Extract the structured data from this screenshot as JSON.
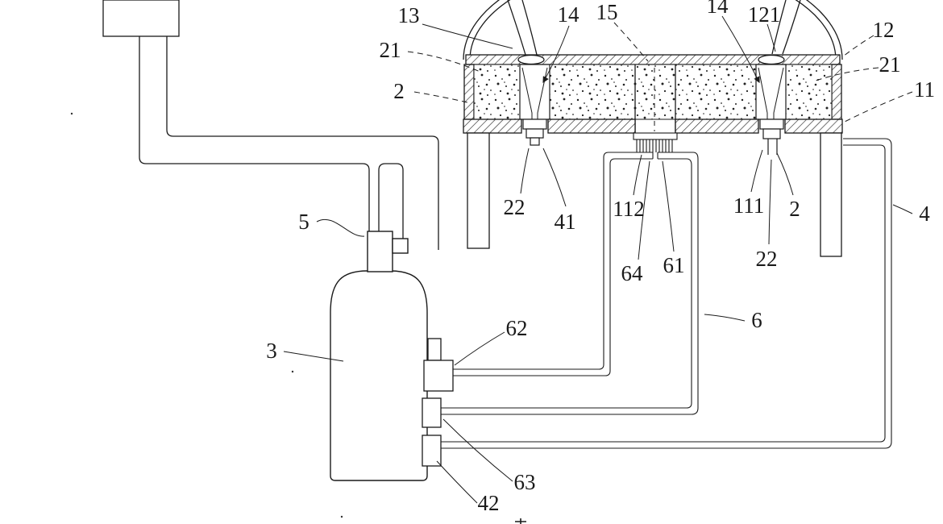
{
  "figure": {
    "type": "patent-line-drawing",
    "colors": {
      "ink": "#1a1a1a",
      "paper": "#ffffff"
    }
  },
  "labels": {
    "l13": "13",
    "l14_left": "14",
    "l15": "15",
    "l14_right": "14",
    "l121": "121",
    "l12": "12",
    "l21_left": "21",
    "l2_left": "2",
    "l21_right": "21",
    "l11": "11",
    "l22_left": "22",
    "l41": "41",
    "l112": "112",
    "l111": "111",
    "l2_right": "2",
    "l22_right": "22",
    "l64": "64",
    "l61": "61",
    "l5": "5",
    "l62": "62",
    "l6": "6",
    "l3": "3",
    "l63": "63",
    "l42": "42",
    "l4": "4"
  }
}
